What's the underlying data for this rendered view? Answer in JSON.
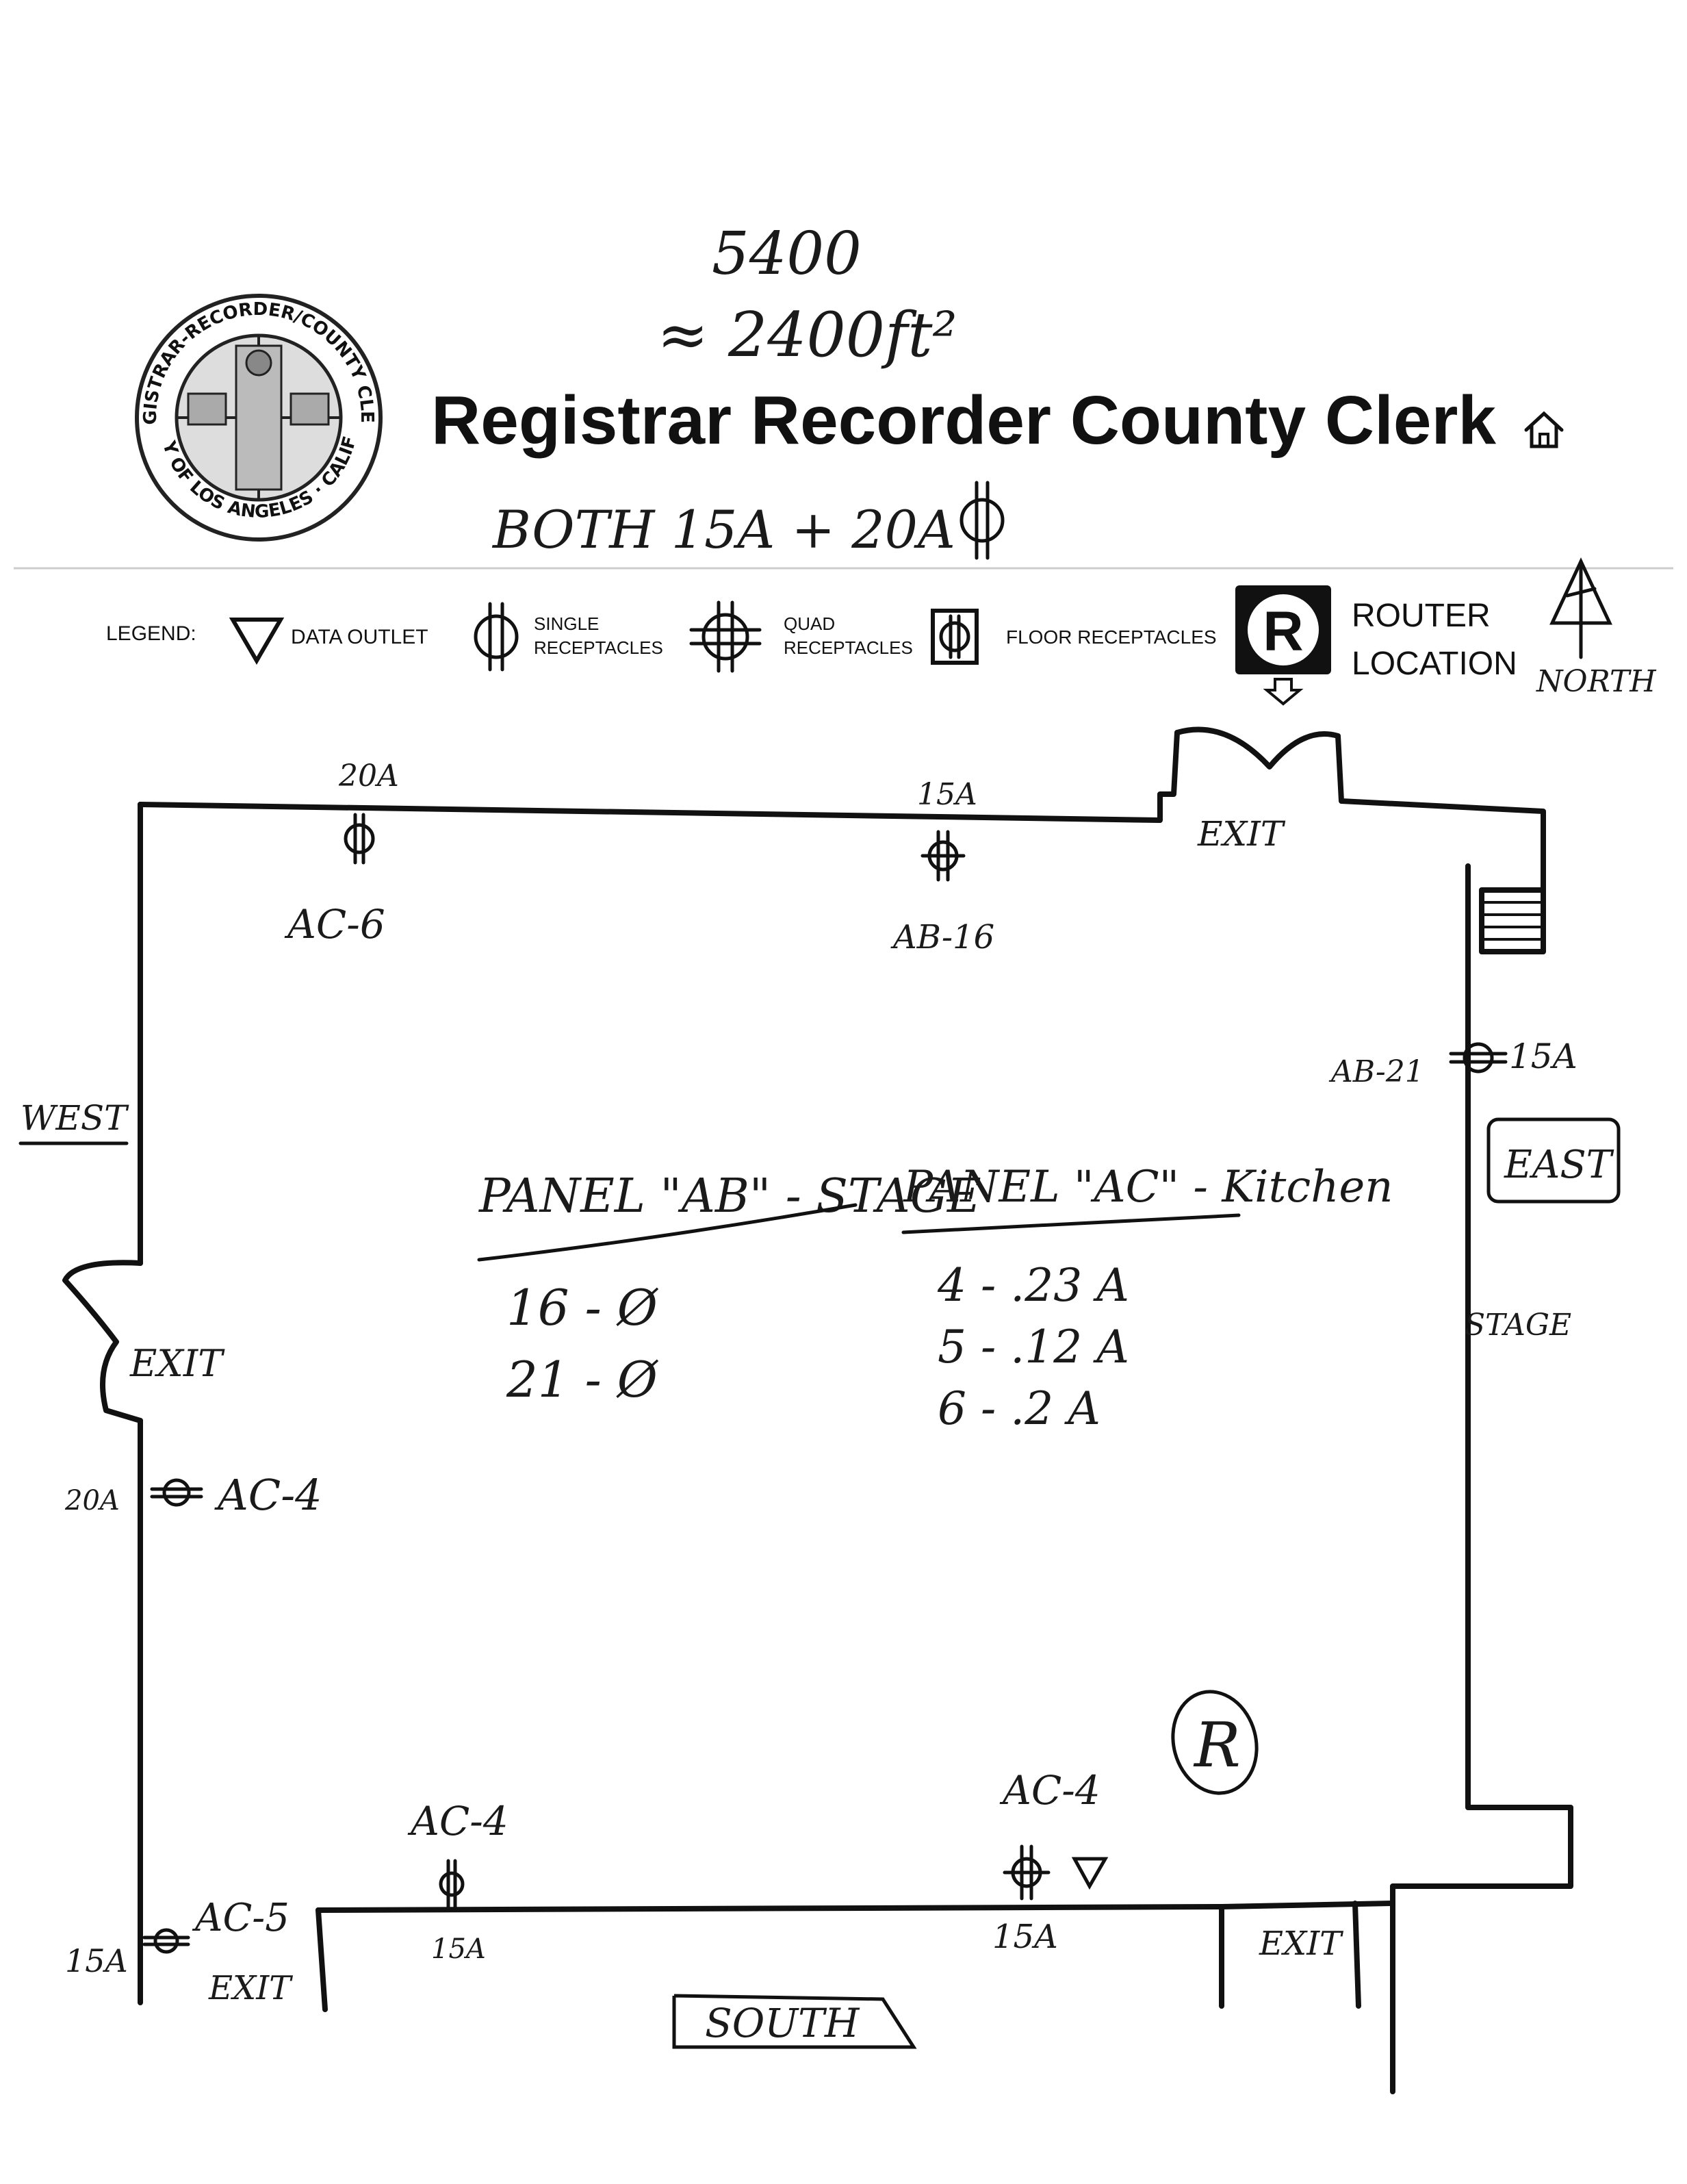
{
  "header": {
    "title": "Registrar Recorder County Clerk",
    "seal_text_top": "REGISTRAR-RECORDER/COUNTY CLERK",
    "seal_text_bottom": "COUNTY OF LOS ANGELES · CALIFORNIA",
    "home_icon": "home-icon"
  },
  "handwritten_notes": {
    "number": "5400",
    "area": "≈ 2400ft²",
    "both_note": "BOTH 15A + 20A"
  },
  "legend": {
    "label": "LEGEND:",
    "items": [
      {
        "icon": "data-outlet-icon",
        "label": "DATA OUTLET"
      },
      {
        "icon": "single-receptacle-icon",
        "label_line1": "SINGLE",
        "label_line2": "RECEPTACLES"
      },
      {
        "icon": "quad-receptacle-icon",
        "label_line1": "QUAD",
        "label_line2": "RECEPTACLES"
      },
      {
        "icon": "floor-receptacle-icon",
        "label": "FLOOR RECEPTACLES"
      },
      {
        "icon": "router-icon",
        "label_line1": "ROUTER",
        "label_line2": "LOCATION"
      }
    ],
    "north": "NORTH"
  },
  "floorplan": {
    "directions": {
      "west": "WEST",
      "east": "EAST",
      "south": "SOUTH"
    },
    "exits": [
      "EXIT",
      "EXIT",
      "EXIT",
      "EXIT"
    ],
    "stage": "STAGE",
    "receptacles": [
      {
        "amp": "20A",
        "circuit": "AC-6"
      },
      {
        "amp": "15A",
        "circuit": "AB-16"
      },
      {
        "amp": "15A",
        "circuit": "AB-21"
      },
      {
        "amp": "20A",
        "circuit": "AC-4"
      },
      {
        "amp": "15A",
        "circuit": "AC-5"
      },
      {
        "amp": "15A",
        "circuit": "AC-4"
      },
      {
        "amp": "15A",
        "circuit": "AC-4"
      }
    ],
    "panel_ab": {
      "title": "PANEL \"AB\" - STAGE",
      "rows": [
        "16 - Ø",
        "21 - Ø"
      ]
    },
    "panel_ac": {
      "title": "PANEL \"AC\" - Kitchen",
      "rows": [
        "4 - .23 A",
        "5 - .12 A",
        "6 - .2 A"
      ]
    },
    "router_mark": "R"
  }
}
